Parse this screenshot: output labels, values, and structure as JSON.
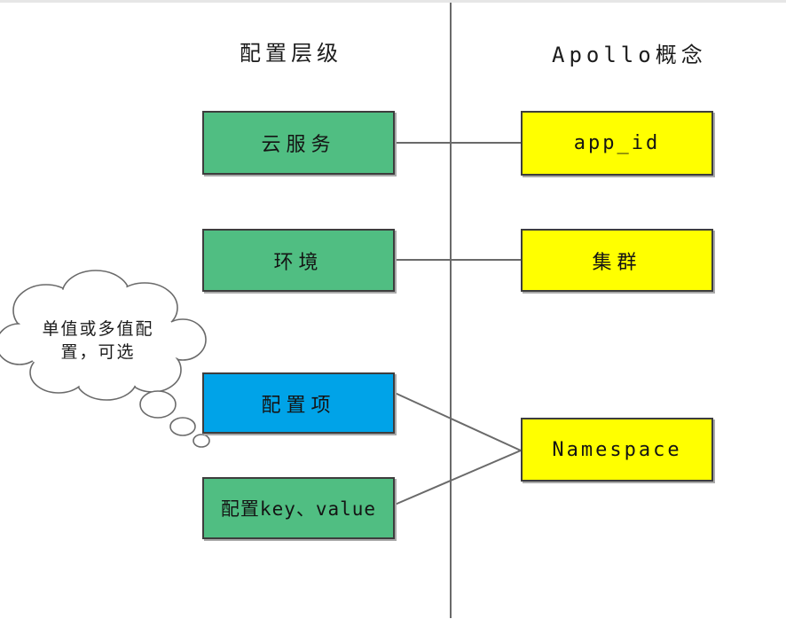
{
  "columns": {
    "left": {
      "title": "配置层级"
    },
    "right": {
      "title": "Apollo概念"
    }
  },
  "nodes": {
    "cloud_service": {
      "label": "云服务",
      "column": "left",
      "color": "#50be82"
    },
    "app_id": {
      "label": "app_id",
      "column": "right",
      "color": "#ffff00"
    },
    "environment": {
      "label": "环境",
      "column": "left",
      "color": "#50be82"
    },
    "cluster": {
      "label": "集群",
      "column": "right",
      "color": "#ffff00"
    },
    "config_item": {
      "label": "配置项",
      "column": "left",
      "color": "#00a3e8"
    },
    "config_key_value": {
      "label": "配置key、value",
      "column": "left",
      "color": "#50be82"
    },
    "namespace": {
      "label": "Namespace",
      "column": "right",
      "color": "#ffff00"
    }
  },
  "edges": [
    {
      "from": "cloud_service",
      "to": "app_id"
    },
    {
      "from": "environment",
      "to": "cluster"
    },
    {
      "from": "config_item",
      "to": "namespace"
    },
    {
      "from": "config_key_value",
      "to": "namespace"
    }
  ],
  "thought_bubble": {
    "line1": "单值或多值配",
    "line2": "置，可选"
  },
  "colors": {
    "green": "#50be82",
    "yellow": "#ffff00",
    "blue": "#00a3e8",
    "box_border": "#3d3d3d",
    "line": "#6a6a6a",
    "background": "#ffffff"
  }
}
